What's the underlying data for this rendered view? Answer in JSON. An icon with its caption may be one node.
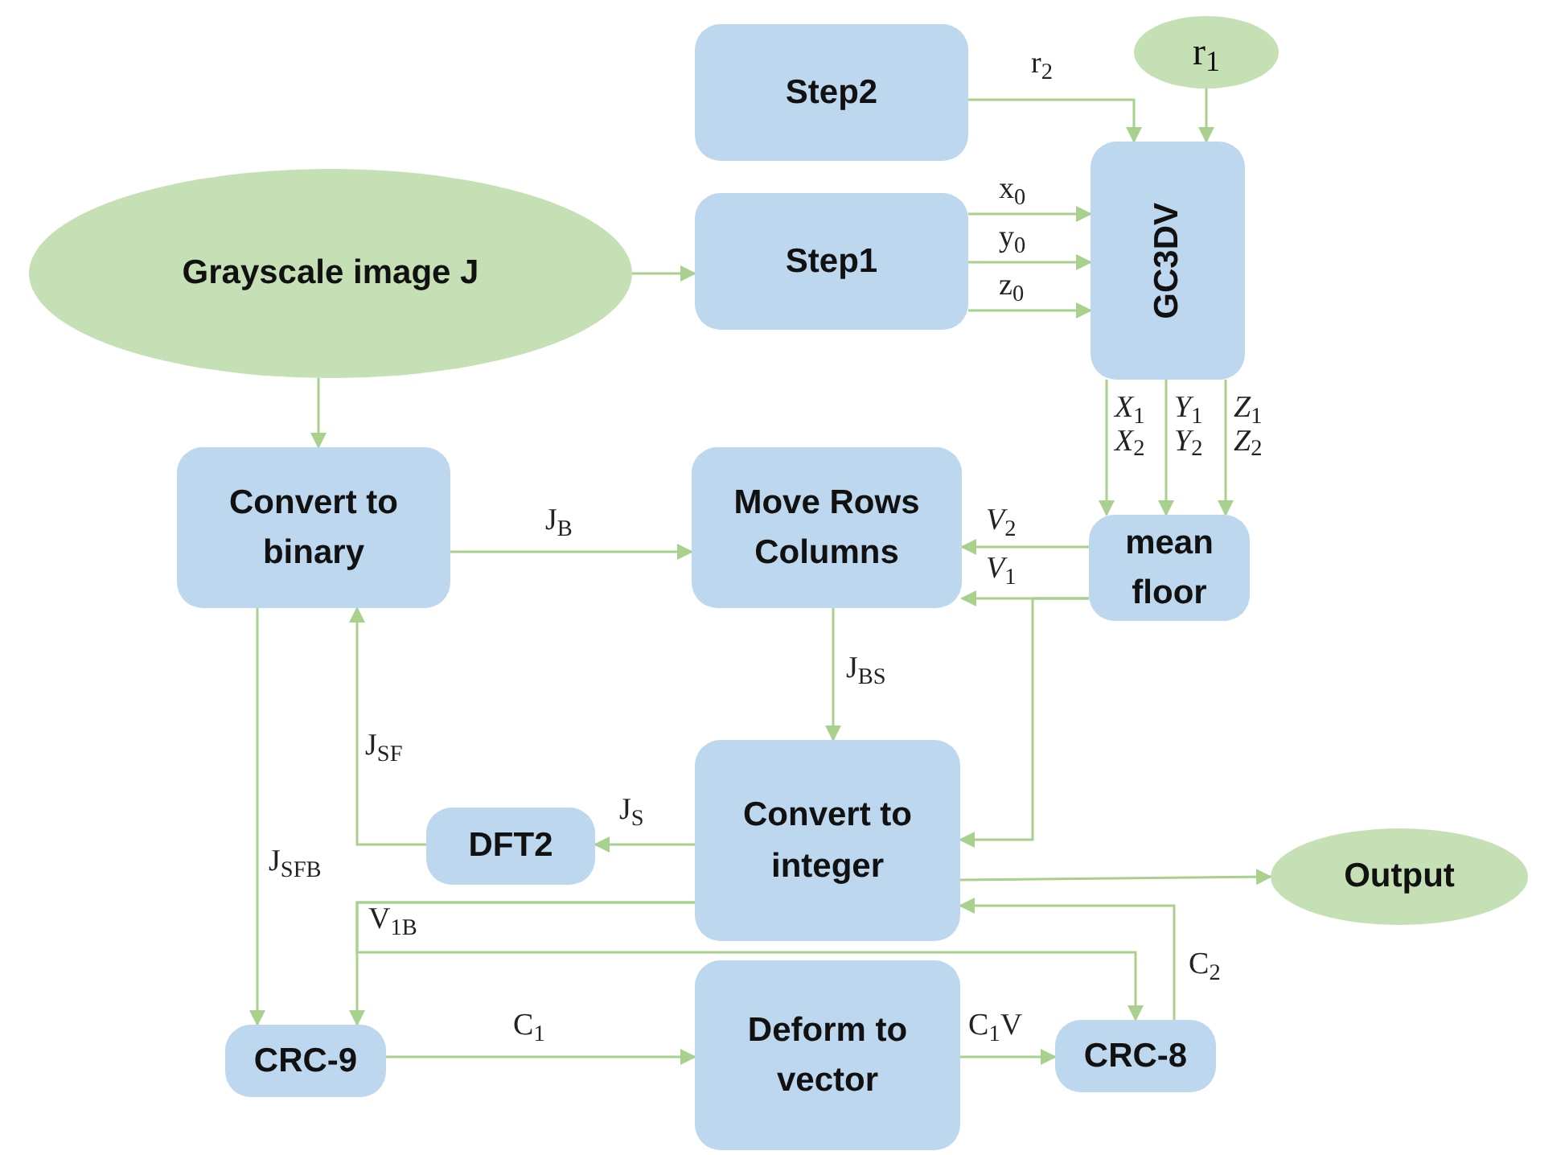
{
  "diagram": {
    "nodes": [
      {
        "text": [
          "r$_{1}$"
        ]
      },
      {
        "text": [
          "Step2"
        ]
      },
      {
        "text": [
          "Grayscale image J"
        ]
      },
      {
        "text": [
          "Step1"
        ]
      },
      {
        "text": [
          "GC3DV"
        ]
      },
      {
        "text": [
          "Convert to binary"
        ]
      },
      {
        "text": [
          "Move Rows Columns"
        ]
      },
      {
        "text": [
          "mean floor"
        ]
      },
      {
        "text": [
          "Convert to integer"
        ]
      },
      {
        "text": [
          "DFT2"
        ]
      },
      {
        "text": [
          "Output"
        ]
      },
      {
        "text": [
          "CRC-9"
        ]
      },
      {
        "text": [
          "Deform to vector"
        ]
      },
      {
        "text": [
          "CRC-8"
        ]
      }
    ],
    "edges": [
      {
        "from": 0,
        "to": 4,
        "arrow": "to"
      },
      {
        "from": 1,
        "to": 4,
        "arrow": "to",
        "label": "r$_{2}$"
      },
      {
        "from": 3,
        "to": 4,
        "arrow": "to",
        "label": "x$_{0}$"
      },
      {
        "from": 3,
        "to": 4,
        "arrow": "to",
        "label": "y$_{0}$"
      },
      {
        "from": 3,
        "to": 4,
        "arrow": "to",
        "label": "z$_{0}$"
      },
      {
        "from": 2,
        "to": 3,
        "arrow": "to"
      },
      {
        "from": 2,
        "to": 5,
        "arrow": "to"
      },
      {
        "from": 4,
        "to": 7,
        "arrow": "to",
        "label": "*X*$_{1}$ *X*$_{2}$"
      },
      {
        "from": 4,
        "to": 7,
        "arrow": "to",
        "label": "*Y*$_{1}$ *Y*$_{2}$"
      },
      {
        "from": 4,
        "to": 7,
        "arrow": "to",
        "label": "*Z*$_{1}$ *Z*$_{2}$"
      },
      {
        "from": 5,
        "to": 6,
        "arrow": "to",
        "label": "J$_{B}$"
      },
      {
        "from": 7,
        "to": 6,
        "arrow": "to",
        "label": "*V*$_{2}$"
      },
      {
        "from": 7,
        "to": 6,
        "arrow": "to",
        "label": "*V*$_{1}$"
      },
      {
        "from": 7,
        "to": 8,
        "arrow": "to"
      },
      {
        "from": 6,
        "to": 8,
        "arrow": "to",
        "label": "J$_{BS}$"
      },
      {
        "from": 8,
        "to": 9,
        "arrow": "to",
        "label": "J$_{S}$"
      },
      {
        "from": 9,
        "to": 5,
        "arrow": "to",
        "label": "J$_{SF}$"
      },
      {
        "from": 5,
        "to": 11,
        "arrow": "to",
        "label": "J$_{SFB}$"
      },
      {
        "from": 8,
        "to": 11,
        "arrow": "to",
        "label": "V$_{1B}$"
      },
      {
        "from": 8,
        "to": 13,
        "arrow": "to"
      },
      {
        "from": 11,
        "to": 12,
        "arrow": "to",
        "label": "C$_{1}$"
      },
      {
        "from": 12,
        "to": 13,
        "arrow": "to",
        "label": "C$_{1}$V"
      },
      {
        "from": 13,
        "to": 8,
        "arrow": "to",
        "label": "C$_{2}$"
      },
      {
        "from": 8,
        "to": 10,
        "arrow": "to"
      }
    ]
  }
}
